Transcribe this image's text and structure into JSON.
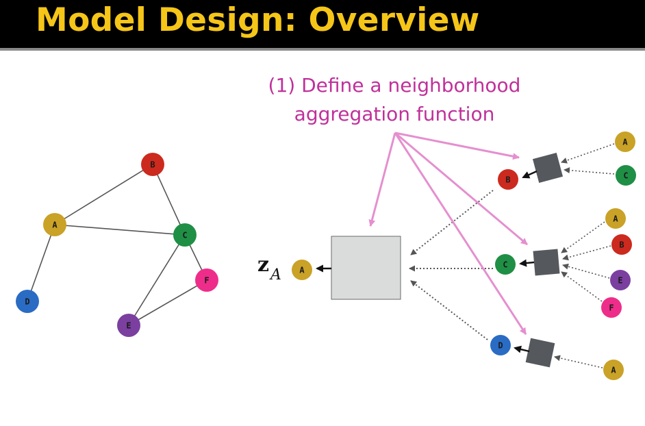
{
  "title": "Model Design: Overview",
  "annotation": {
    "line1": "(1) Define a neighborhood",
    "line2": "aggregation function"
  },
  "colors": {
    "title_text": "#f5c518",
    "annotation": "#c0309a",
    "arrow_pink": "#e58fcf",
    "node_A": "#c9a227",
    "node_B": "#cc2a1e",
    "node_C": "#1f8f45",
    "node_D": "#2a6cc4",
    "node_E": "#7b3fa0",
    "node_F": "#ee2d8a",
    "agg_box": "#55595e",
    "big_box": "#dadcdc"
  },
  "graph": {
    "nodes": [
      "A",
      "B",
      "C",
      "D",
      "E",
      "F"
    ],
    "edges": [
      [
        "A",
        "B"
      ],
      [
        "A",
        "C"
      ],
      [
        "B",
        "C"
      ],
      [
        "A",
        "D"
      ],
      [
        "C",
        "E"
      ],
      [
        "C",
        "F"
      ],
      [
        "E",
        "F"
      ]
    ]
  },
  "computation": {
    "output_label": "z",
    "output_subscript": "A",
    "target": "A",
    "level1": [
      "B",
      "C",
      "D"
    ],
    "level2": {
      "B": [
        "A",
        "C"
      ],
      "C": [
        "A",
        "B",
        "E",
        "F"
      ],
      "D": [
        "A"
      ]
    }
  }
}
